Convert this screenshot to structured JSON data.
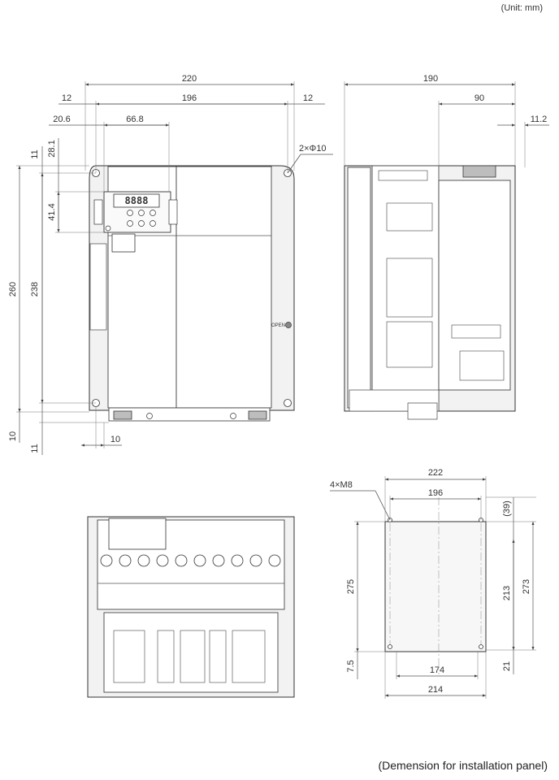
{
  "header": {
    "unit_note": "(Unit: mm)"
  },
  "footer": {
    "caption": "(Demension for installation panel)"
  },
  "front_view": {
    "dims": {
      "overall_width": "220",
      "inner_width": "196",
      "left_margin": "12",
      "right_margin": "12",
      "keypad_offset_x": "20.6",
      "keypad_width": "66.8",
      "hole": "2×Φ10",
      "top_margin": "11",
      "keypad_offset_y": "28.1",
      "keypad_height": "41.4",
      "overall_height": "260",
      "hole_pitch": "238",
      "bottom_offset": "10",
      "bottom_margin": "11",
      "bottom_slot": "10"
    },
    "label_open": "OPEN"
  },
  "side_view": {
    "dims": {
      "depth": "190",
      "rear_depth": "90",
      "front_depth": "11.2"
    }
  },
  "panel_view": {
    "dims": {
      "screws": "4×M8",
      "outer_width": "222",
      "hole_pitch_width": "196",
      "top_offset": "(39)",
      "cutout_height": "275",
      "right_height": "273",
      "cutout_inner_height": "213",
      "bottom_left": "7.5",
      "bottom_right": "21",
      "bottom_inner_width": "174",
      "bottom_outer_width": "214"
    }
  },
  "keypad": {
    "display": "8888"
  }
}
